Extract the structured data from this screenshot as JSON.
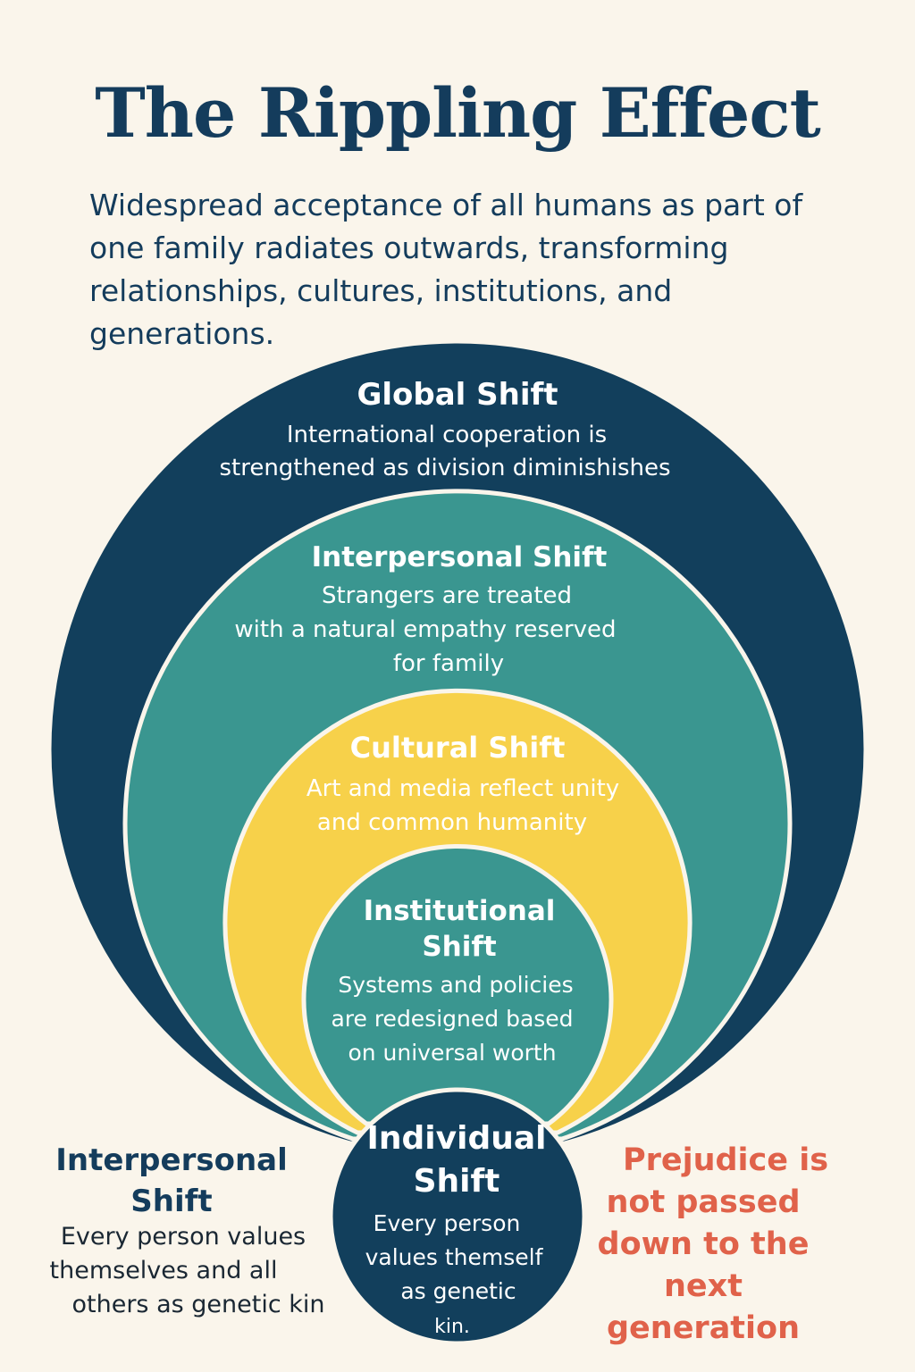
{
  "title": "The Rippling Effect",
  "subtitle": "Widespread acceptance of all humans as part of one family radiates outwards, transforming relationships, cultures, institutions, and generations.",
  "colors": {
    "background": "#faf5eb",
    "navy": "#123f5c",
    "teal": "#3a9690",
    "yellow": "#f7d14a",
    "coral": "#e0624a"
  },
  "rings": {
    "global": {
      "title": "Global Shift",
      "lines": [
        "International cooperation is",
        "strengthened as division diminishishes"
      ]
    },
    "interpersonal": {
      "title": "Interpersonal Shift",
      "lines": [
        "Strangers are treated",
        "with a natural empathy reserved",
        "for family"
      ]
    },
    "cultural": {
      "title": "Cultural Shift",
      "lines": [
        "Art and media reflect unity",
        "and common humanity"
      ]
    },
    "institutional": {
      "title_lines": [
        "Institutional",
        "Shift"
      ],
      "lines": [
        "Systems and policies",
        "are redesigned based",
        "on universal worth"
      ]
    },
    "individual": {
      "title_lines": [
        "Individual",
        "Shift"
      ],
      "lines": [
        "Every person",
        "values themself",
        "as genetic",
        "kin."
      ]
    }
  },
  "side_left": {
    "title_lines": [
      "Interpersonal",
      "Shift"
    ],
    "lines": [
      "Every person values",
      "themselves and all",
      "others as genetic kin"
    ]
  },
  "side_right": {
    "lines": [
      "Prejudice is",
      "not passed",
      "down to the",
      "next generation"
    ]
  }
}
